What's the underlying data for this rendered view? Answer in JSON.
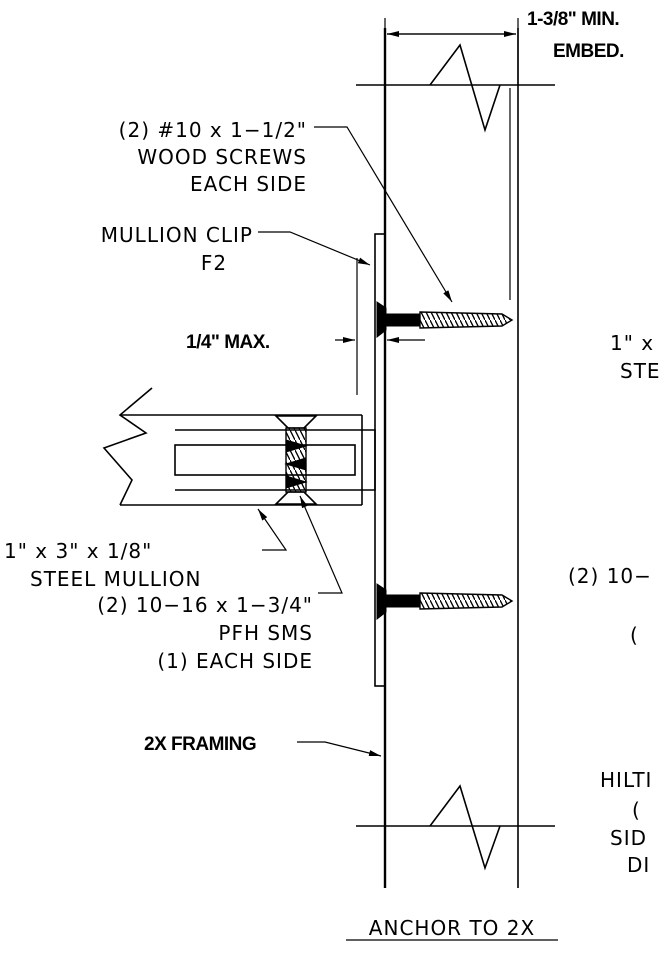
{
  "labels": {
    "embed_line1": "1-3/8\" MIN.",
    "embed_line2": "EMBED.",
    "wood_screws_line1": "(2) #10 x 1−1/2\"",
    "wood_screws_line2": "WOOD SCREWS",
    "wood_screws_line3": "EACH SIDE",
    "mullion_clip_line1": "MULLION CLIP",
    "mullion_clip_line2": "F2",
    "gap": "1/4\" MAX.",
    "steel_mullion_line1": "1\" x 3\" x 1/8\"",
    "steel_mullion_line2": "STEEL MULLION",
    "sms_line1": "(2) 10−16 x 1−3/4\"",
    "sms_line2": "PFH SMS",
    "sms_line3": "(1) EACH SIDE",
    "framing": "2X FRAMING",
    "caption": "ANCHOR TO 2X",
    "cut_right_1": "1\" x",
    "cut_right_2": "STE",
    "cut_right_3": "(2) 10−",
    "cut_right_4": "(",
    "cut_right_5": "HILTI",
    "cut_right_6": "(",
    "cut_right_7": "SID",
    "cut_right_8": "DI"
  }
}
